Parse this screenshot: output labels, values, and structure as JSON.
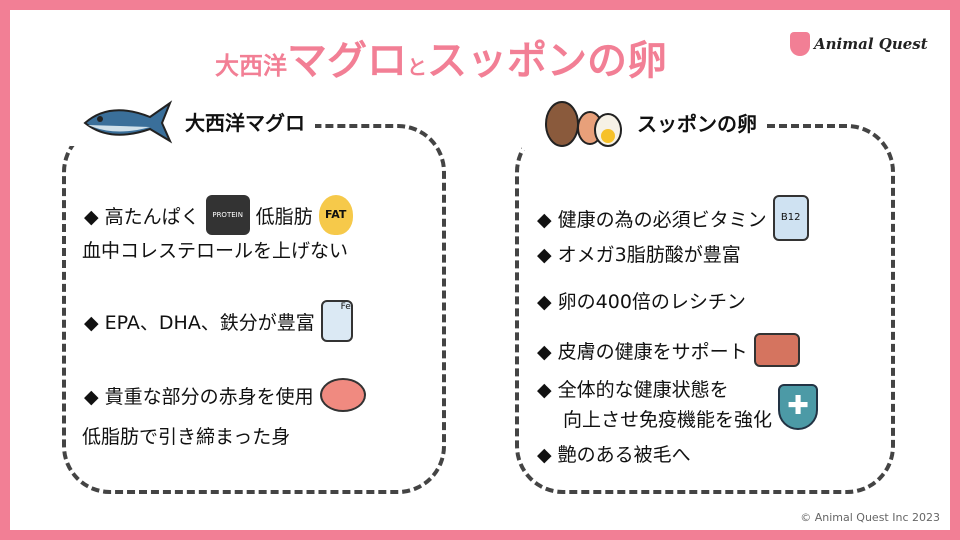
{
  "title": {
    "part1": "大西洋",
    "part2": "マグロ",
    "part3": "と",
    "part4": "スッポンの卵"
  },
  "logo": "Animal Quest",
  "left": {
    "heading": "大西洋マグロ",
    "items": [
      {
        "line1": "◆ 高たんぱく",
        "mid": "低脂肪",
        "line2": "血中コレステロールを上げない"
      },
      {
        "line1": "◆ EPA、DHA、鉄分が豊富"
      },
      {
        "line1": "◆ 貴重な部分の赤身を使用",
        "line2": "低脂肪で引き締まった身"
      }
    ],
    "icon_labels": {
      "protein": "PROTEIN",
      "fat": "FAT",
      "fe": "Fe"
    }
  },
  "right": {
    "heading": "スッポンの卵",
    "items": [
      "◆ 健康の為の必須ビタミン",
      "◆ オメガ3脂肪酸が豊富",
      "◆ 卵の400倍のレシチン",
      "◆ 皮膚の健康をサポート",
      "◆ 全体的な健康状態を",
      "向上させ免疫機能を強化",
      "◆ 艶のある被毛へ"
    ],
    "icon_labels": {
      "b12": "B12"
    }
  },
  "copyright": "© Animal Quest Inc 2023",
  "colors": {
    "accent": "#f27f95",
    "border": "#444444"
  }
}
